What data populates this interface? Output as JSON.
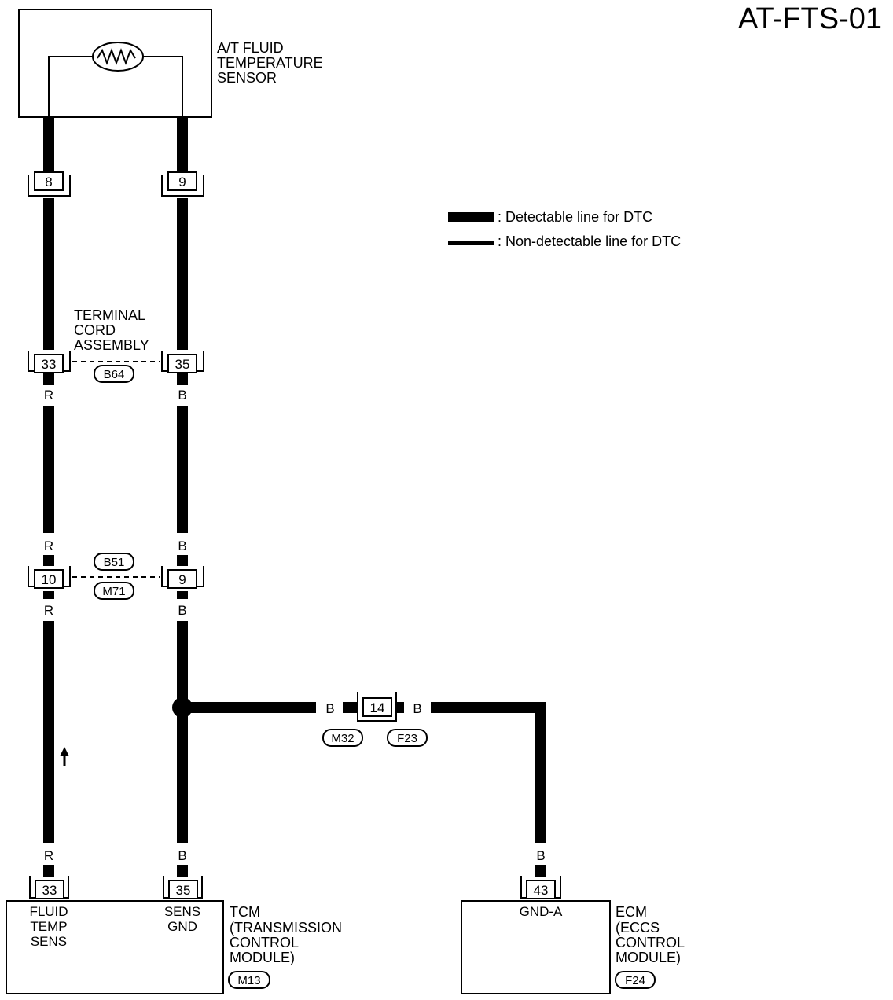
{
  "diagram_id": "AT-FTS-01",
  "legend": {
    "detectable": ": Detectable line for DTC",
    "non_detectable": ": Non-detectable line for DTC"
  },
  "sensor": {
    "line1": "A/T FLUID",
    "line2": "TEMPERATURE",
    "line3": "SENSOR",
    "pin_left": "8",
    "pin_right": "9"
  },
  "terminal_cord": {
    "line1": "TERMINAL",
    "line2": "CORD",
    "line3": "ASSEMBLY",
    "pin_left": "33",
    "pin_right": "35",
    "connector": "B64"
  },
  "inline_connector": {
    "pin_left": "10",
    "pin_right": "9",
    "connector_top": "B51",
    "connector_bottom": "M71"
  },
  "ground_connector": {
    "pin": "14",
    "connector_left": "M32",
    "connector_right": "F23"
  },
  "wire_colors": {
    "red": "R",
    "black": "B"
  },
  "tcm": {
    "pin_left": "33",
    "pin_right": "35",
    "pin_left_label_1": "FLUID",
    "pin_left_label_2": "TEMP",
    "pin_left_label_3": "SENS",
    "pin_right_label_1": "SENS",
    "pin_right_label_2": "GND",
    "name_1": "TCM",
    "name_2": "(TRANSMISSION",
    "name_3": "CONTROL",
    "name_4": "MODULE)",
    "connector": "M13"
  },
  "ecm": {
    "pin": "43",
    "pin_label": "GND-A",
    "name_1": "ECM",
    "name_2": "(ECCS",
    "name_3": "CONTROL",
    "name_4": "MODULE)",
    "connector": "F24"
  },
  "colors": {
    "ink": "#000000",
    "paper": "#ffffff"
  }
}
